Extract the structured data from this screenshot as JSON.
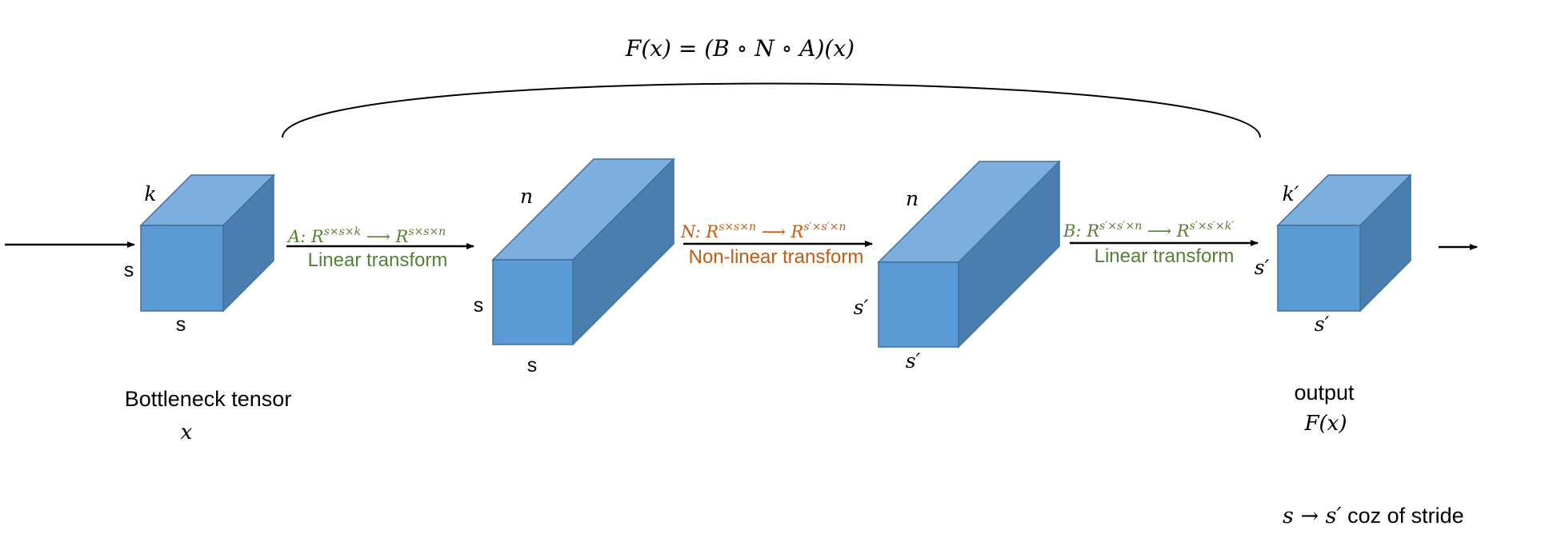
{
  "formula": "F(x) = (B ∘ N ∘ A)(x)",
  "tensors": [
    {
      "top_label": "k",
      "side_label": "s",
      "bottom_label": "s"
    },
    {
      "top_label": "n",
      "side_label": "s",
      "bottom_label": "s"
    },
    {
      "top_label": "n",
      "side_label": "s′",
      "bottom_label": "s′"
    },
    {
      "top_label": "k′",
      "side_label": "s′",
      "bottom_label": "s′"
    }
  ],
  "transforms": [
    {
      "letter": "A: ",
      "domain": "R",
      "domain_sup": "s×s×k",
      "arrow": " ⟶ ",
      "codomain": "R",
      "codomain_sup": "s×s×n",
      "desc": "Linear transform",
      "color": "#538135"
    },
    {
      "letter": "N: ",
      "domain": "R",
      "domain_sup": "s×s×n",
      "arrow": " ⟶ ",
      "codomain": "R",
      "codomain_sup": "s′×s′×n",
      "desc": "Non-linear transform",
      "color": "#C55A11"
    },
    {
      "letter": "B: ",
      "domain": "R",
      "domain_sup": "s′×s′×n",
      "arrow": " ⟶ ",
      "codomain": "R",
      "codomain_sup": "s′×s′×k′",
      "desc": "Linear transform",
      "color": "#538135"
    }
  ],
  "input": {
    "title": "Bottleneck tensor",
    "var": "x"
  },
  "output": {
    "title": "output",
    "var": "F(x)"
  },
  "footnote": {
    "math": "s → s′",
    "text": " coz of stride"
  },
  "colors": {
    "front": "#5B9BD5",
    "top": "#7DAFDE",
    "side": "#4A7EAE",
    "edge": "#41719C"
  }
}
